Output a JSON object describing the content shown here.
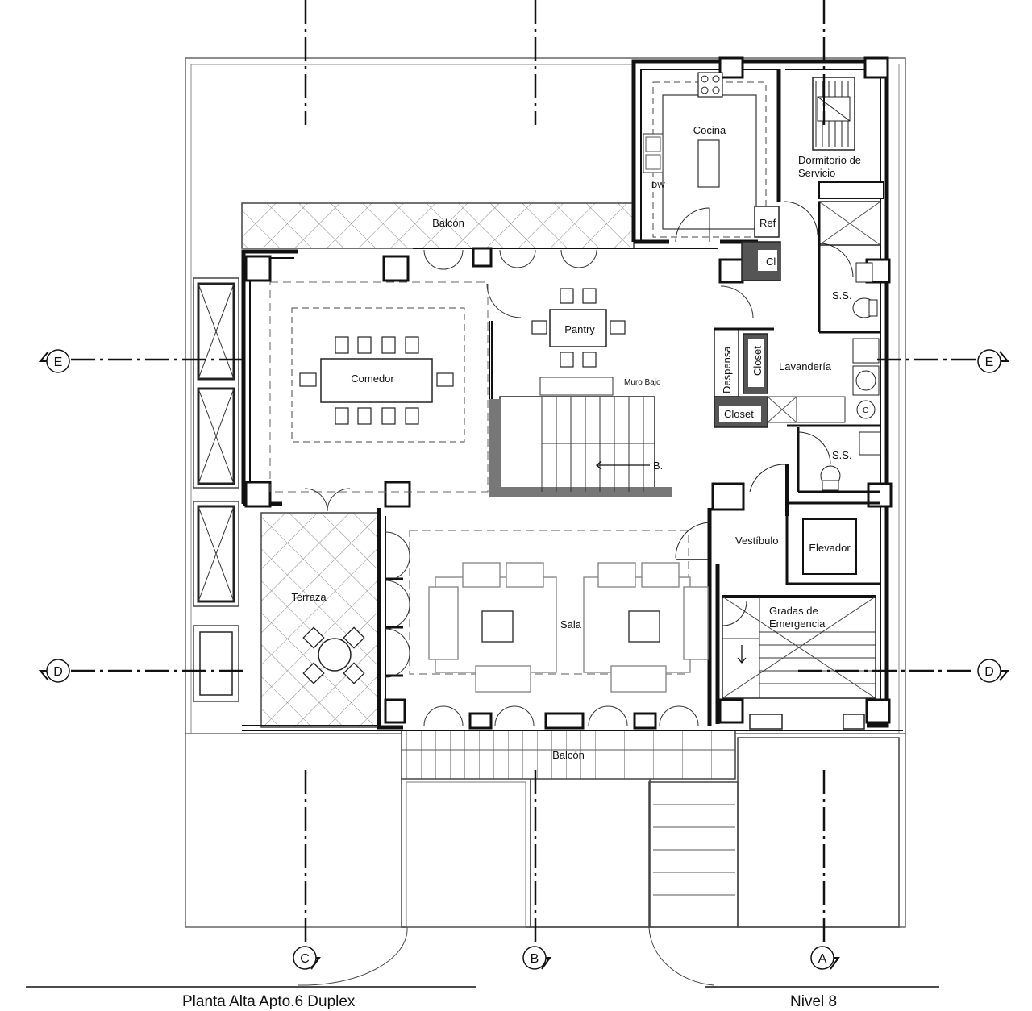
{
  "rooms": {
    "cocina": "Cocina",
    "dormitorio_1": "Dormitorio de",
    "dormitorio_2": "Servicio",
    "dw": "DW",
    "ref": "Ref",
    "cl": "Cl",
    "balcon_top": "Balcón",
    "pantry": "Pantry",
    "comedor": "Comedor",
    "muro_bajo": "Muro Bajo",
    "bajada": "B.",
    "ss_1": "S.S.",
    "ss_2": "S.S.",
    "despensa": "Despensa",
    "closet_v": "Closet",
    "closet_h": "Closet",
    "lavanderia": "Lavandería",
    "calentador": "C",
    "vestibulo": "Vestíbulo",
    "elevador": "Elevador",
    "gradas_1": "Gradas de",
    "gradas_2": "Emergencia",
    "terraza": "Terraza",
    "sala": "Sala",
    "balcon_bottom": "Balcón"
  },
  "axes": {
    "e_left": "E",
    "e_right": "E",
    "d_left": "D",
    "d_right": "D",
    "c": "C",
    "b": "B",
    "a": "A"
  },
  "footer": {
    "plan_title": "Planta Alta Apto.6 Duplex",
    "level": "Nivel 8"
  }
}
